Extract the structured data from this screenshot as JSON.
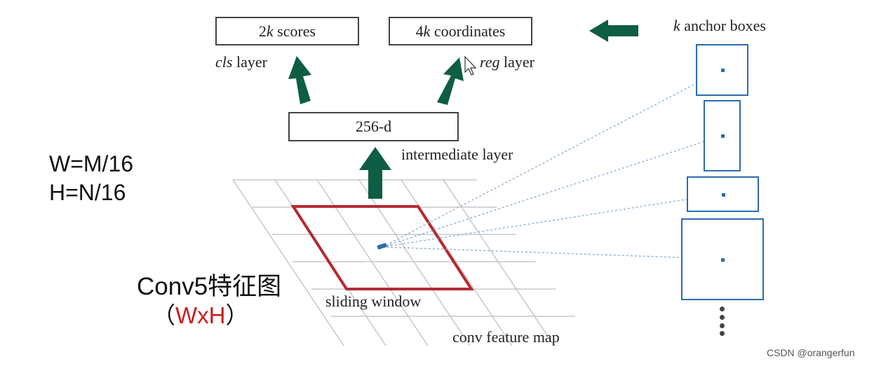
{
  "top_boxes": {
    "scores_num": "2",
    "scores_k": "k",
    "scores_text": " scores",
    "coords_num": "4",
    "coords_k": "k",
    "coords_text": " coordinates"
  },
  "layers": {
    "cls_italic": "cls",
    "cls_text": " layer",
    "reg_italic": "reg",
    "reg_text": " layer",
    "intermediate_box": "256-d",
    "intermediate_label": "intermediate layer"
  },
  "anchors": {
    "title_k": "k",
    "title_text": " anchor boxes"
  },
  "annotations": {
    "w_formula": "W=M/16",
    "h_formula": "H=N/16",
    "conv5_title": "Conv5特征图",
    "paren_open": "（",
    "wxh": "WxH",
    "paren_close": "）"
  },
  "grid_labels": {
    "sliding_window": "sliding window",
    "feature_map": "conv feature map"
  },
  "watermark": "CSDN @orangerfun",
  "colors": {
    "arrow_green": "#0e5d45",
    "sliding_window_red": "#b52a33",
    "anchor_blue": "#2d6bb0",
    "wxh_red": "#c81e1e"
  }
}
